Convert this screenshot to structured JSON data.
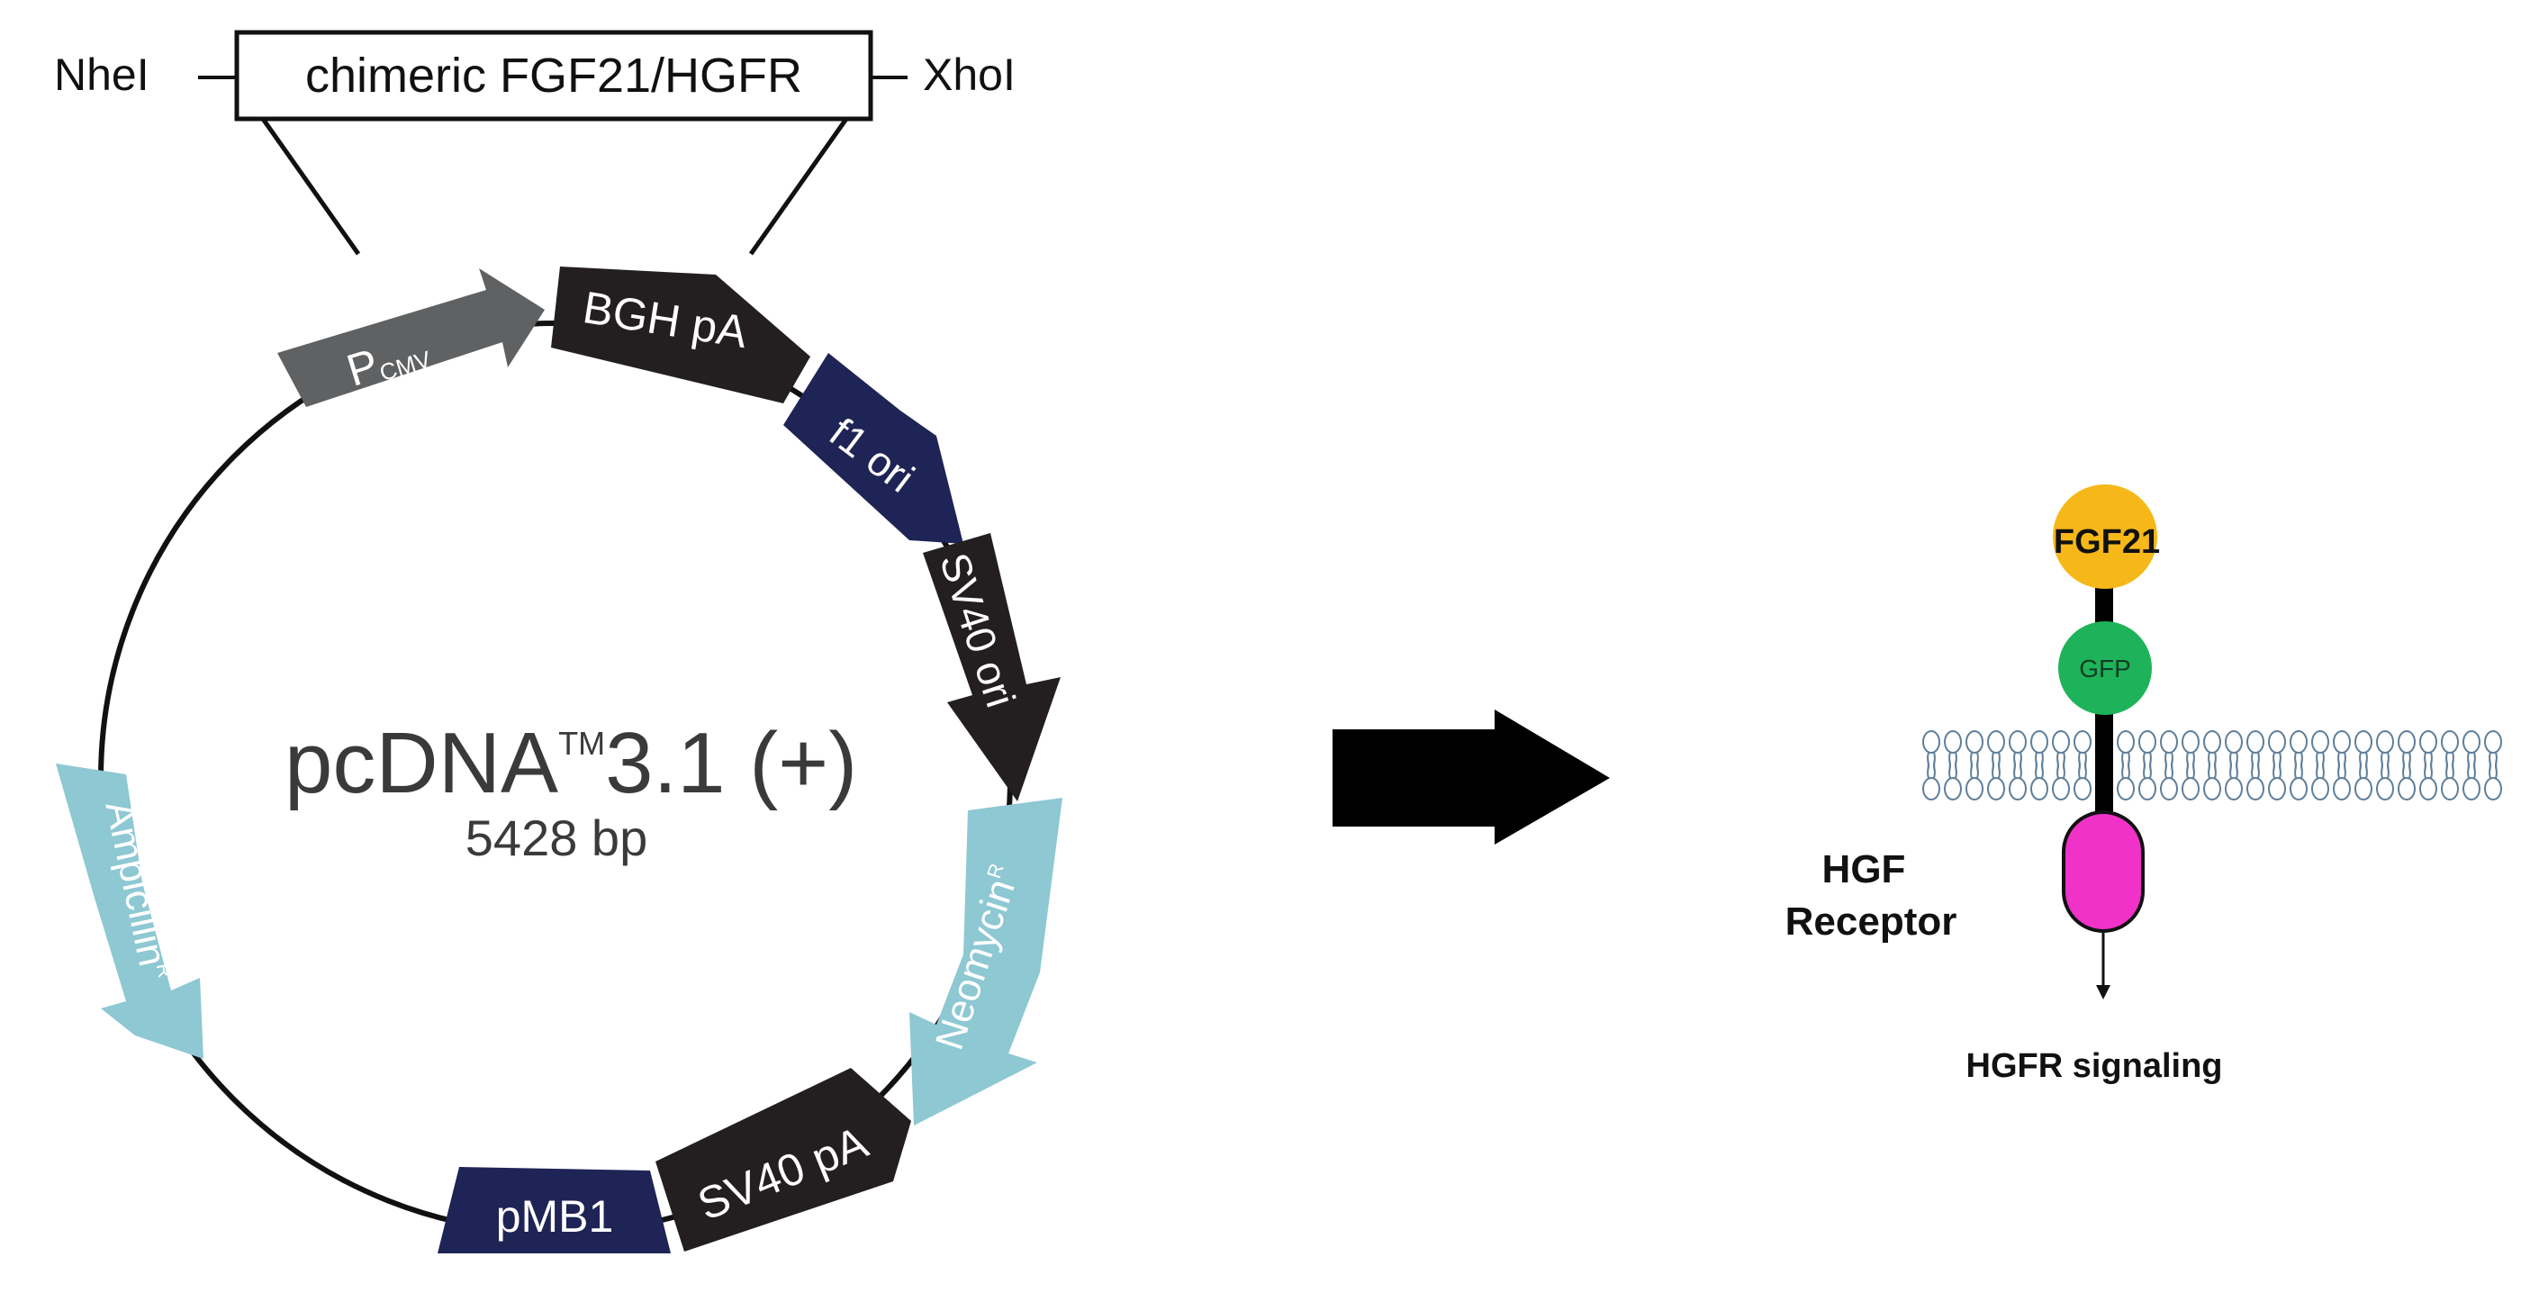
{
  "insert": {
    "left_site": "NheI",
    "box_label": "chimeric FGF21/HGFR",
    "right_site": "XhoI"
  },
  "plasmid": {
    "name": "pcDNA",
    "trademark": "TM",
    "version": "3.1 (+)",
    "size": "5428 bp"
  },
  "features": {
    "pcmv_main": "P",
    "pcmv_sub": "CMV",
    "bgh": "BGH pA",
    "f1": "f1 ori",
    "sv40ori": "SV40 ori",
    "neo": "Neomycin",
    "neo_sup": "R",
    "sv40pa": "SV40 pA",
    "pmb1": "pMB1",
    "amp": "Ampicillin",
    "amp_sup": "R"
  },
  "receptor": {
    "ligand": "FGF21",
    "tag": "GFP",
    "name_line1": "HGF",
    "name_line2": "Receptor",
    "signal": "HGFR signaling"
  },
  "colors": {
    "gray_feature": "#5f6163",
    "black_feature": "#231f20",
    "navy_feature": "#1f2456",
    "cyan_feature": "#8dc8d3",
    "ligand": "#f6b818",
    "gfp": "#1eb35a",
    "receptor_body": "#f032c8",
    "membrane": "#5f7f9a"
  }
}
